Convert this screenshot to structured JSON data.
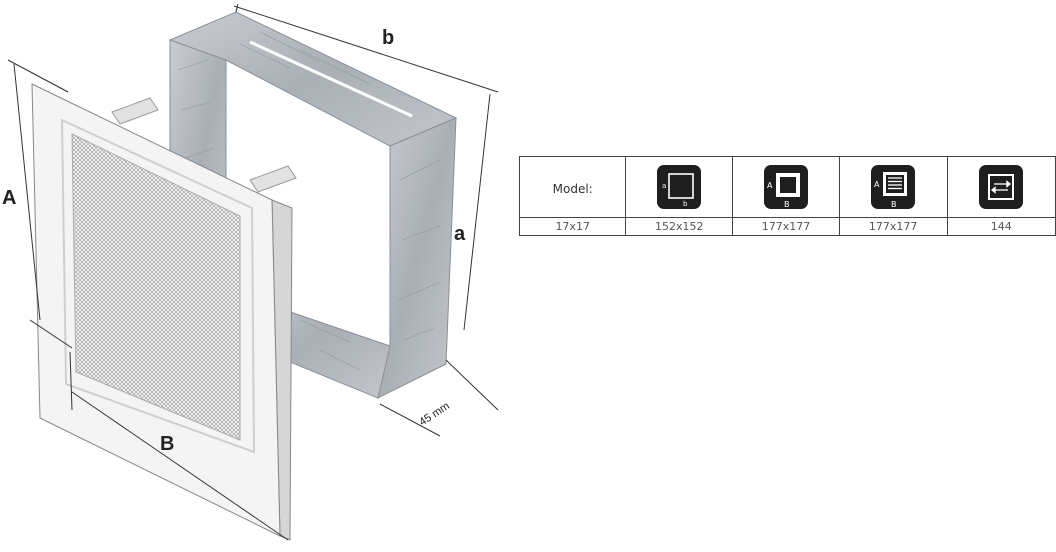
{
  "diagram": {
    "labels": {
      "A": "A",
      "B": "B",
      "a": "a",
      "b": "b",
      "depth": "45 mm"
    }
  },
  "table": {
    "header": {
      "model_label": "Model:"
    },
    "icons": [
      {
        "name": "inner-dimension-icon",
        "letters": [
          "a",
          "b"
        ]
      },
      {
        "name": "outer-dimension-icon",
        "letters": [
          "A",
          "B"
        ]
      },
      {
        "name": "grille-dimension-icon",
        "letters": [
          "A",
          "B"
        ]
      },
      {
        "name": "airflow-icon",
        "letters": []
      }
    ],
    "values": [
      "17x17",
      "152x152",
      "177x177",
      "177x177",
      "144"
    ]
  },
  "colors": {
    "icon_bg": "#1e1e1e",
    "line": "#444444",
    "frame": "#f4f4f4",
    "sleeve": "#b9bec4"
  }
}
